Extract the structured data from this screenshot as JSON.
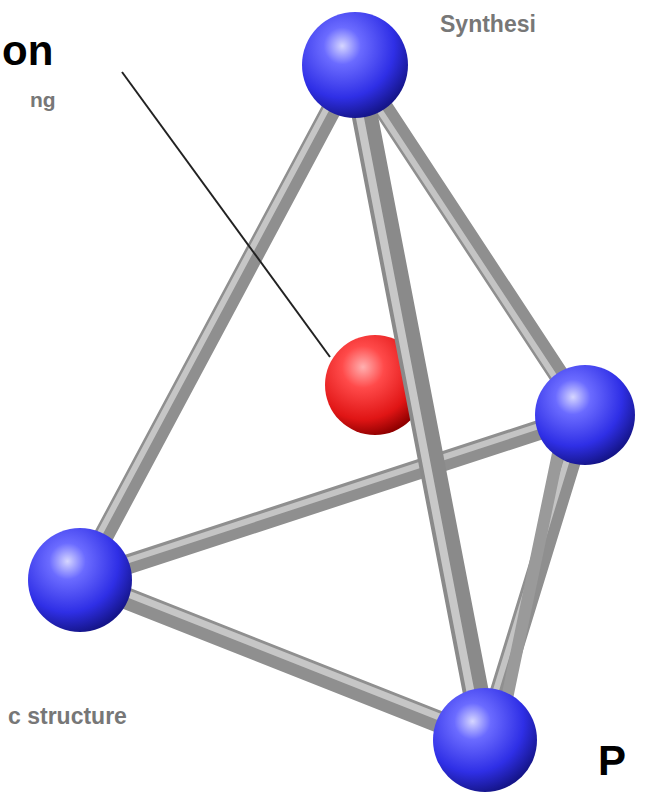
{
  "diagram": {
    "labels": [
      "Synthesi",
      "on",
      "ng",
      "c structure",
      "P"
    ]
  }
}
